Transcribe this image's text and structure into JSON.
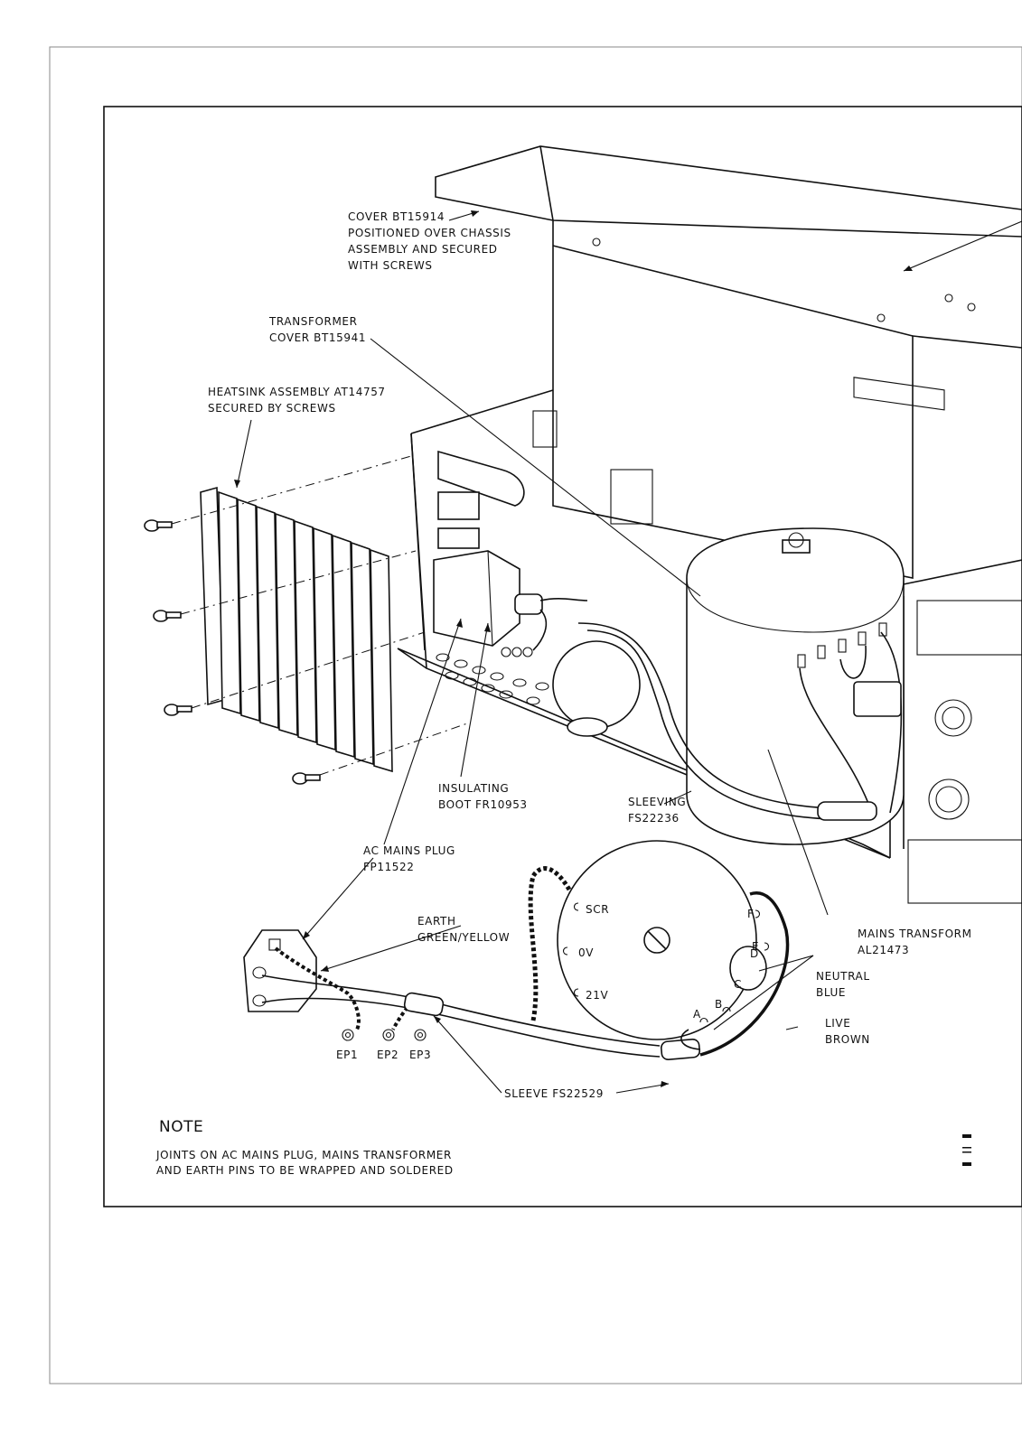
{
  "labels": {
    "cover": [
      "COVER BT15914",
      "POSITIONED OVER CHASSIS",
      "ASSEMBLY AND SECURED",
      "WITH SCREWS"
    ],
    "transformer_cover": [
      "TRANSFORMER",
      "COVER BT15941"
    ],
    "heatsink": [
      "HEATSINK ASSEMBLY AT14757",
      "SECURED BY SCREWS"
    ],
    "insulating_boot": [
      "INSULATING",
      "BOOT FR10953"
    ],
    "sleeving": [
      "SLEEVING",
      "FS22236"
    ],
    "ac_mains_plug": [
      "AC MAINS PLUG",
      "FP11522"
    ],
    "earth": [
      "EARTH",
      "GREEN/YELLOW"
    ],
    "mains_transformer": [
      "MAINS TRANSFORM",
      "AL21473"
    ],
    "neutral": [
      "NEUTRAL",
      "BLUE"
    ],
    "live": [
      "LIVE",
      "BROWN"
    ],
    "sleeve": "SLEEVE FS22529",
    "earth_pins": [
      "EP1",
      "EP2",
      "EP3"
    ],
    "terminals": {
      "scr": "SCR",
      "zero_v": "0V",
      "v21": "21V",
      "a": "A",
      "b": "B",
      "c": "C",
      "d": "D",
      "e": "E",
      "f": "F"
    }
  },
  "note": {
    "title": "NOTE",
    "lines": [
      "JOINTS ON AC MAINS PLUG, MAINS TRANSFORMER",
      "AND EARTH PINS TO BE WRAPPED AND SOLDERED"
    ]
  }
}
